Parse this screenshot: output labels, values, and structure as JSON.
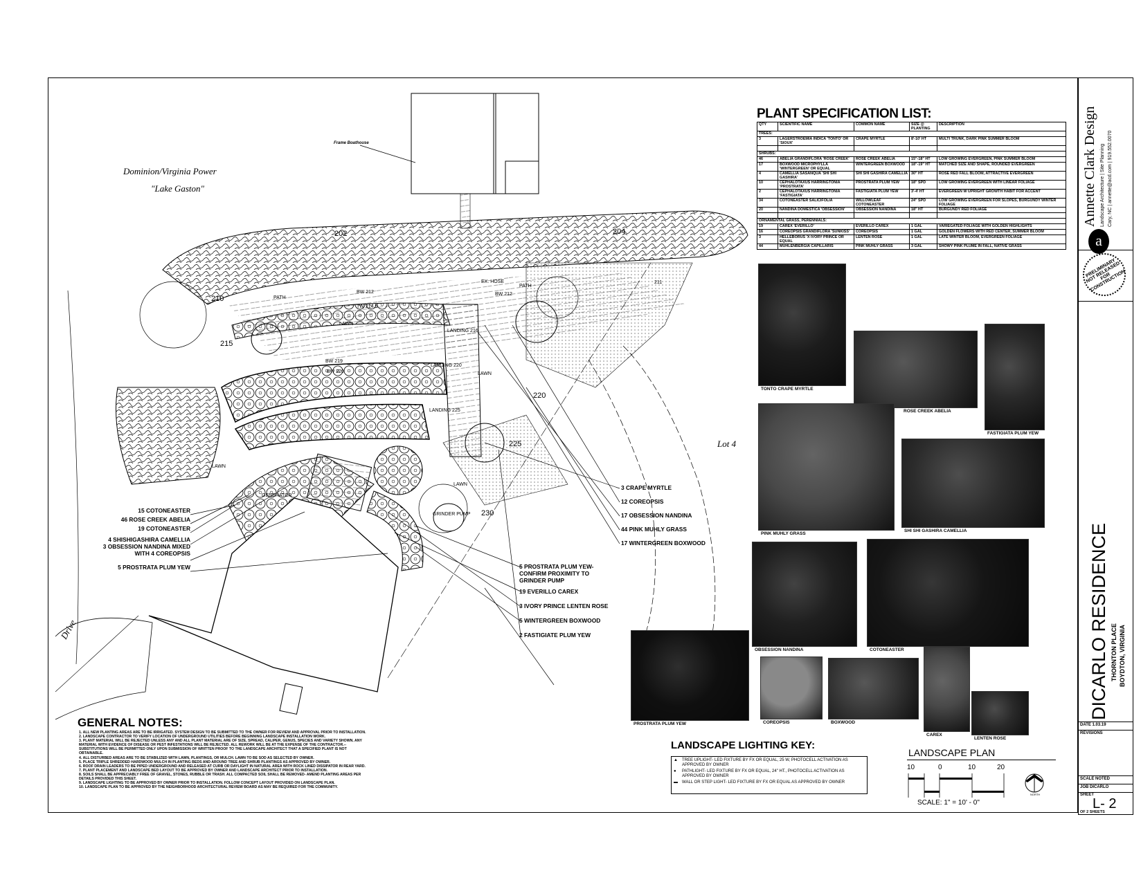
{
  "plan": {
    "owner_label": "Dominion/Virginia Power",
    "lake_label": "\"Lake Gaston\"",
    "boathouse": "Frame Boathouse",
    "lot": "Lot 4",
    "drive": "Drive",
    "contours": [
      "202",
      "204",
      "210",
      "211",
      "215",
      "220",
      "225",
      "230"
    ],
    "labels": {
      "path1": "PATH",
      "path2": "PATH",
      "lawn1": "LAWN",
      "lawn2": "LAWN",
      "lawn3": "LAWN",
      "lawn4": "LAWN",
      "bw212a": "BW 212",
      "tw": "TW 214.5",
      "bw212b": "BW 212",
      "hose": "EX. HOSE",
      "landing216": "LANDING 216",
      "bw219": "BW 219",
      "bw220": "BW 220",
      "landing220": "LANDING 220",
      "landing225": "LANDING 225",
      "generator": "GENERATOR",
      "grinder": "GRINDER PUMP"
    }
  },
  "callouts_left": [
    "15  COTONEASTER",
    "46 ROSE CREEK ABELIA",
    "19 COTONEASTER",
    "4 SHISHIGASHIRA CAMELLIA",
    "3 OBSESSION NANDINA MIXED",
    "WITH 4 COREOPSIS",
    "5 PROSTRATA PLUM YEW"
  ],
  "callouts_right_top": [
    "3 CRAPE MYRTLE",
    "12 COREOPSIS",
    "17 OBSESSION NANDINA",
    "44 PINK MUHLY GRASS",
    "17 WINTERGREEN BOXWOOD"
  ],
  "callouts_right_bottom": [
    "5 PROSTRATA PLUM YEW-",
    "CONFIRM PROXIMITY TO",
    "GRINDER PUMP",
    "19 EVERILLO CAREX",
    "3 IVORY PRINCE LENTEN ROSE",
    "5 WINTERGREEN BOXWOOD",
    "2 FASTIGIATE PLUM YEW"
  ],
  "spec": {
    "title": "PLANT SPECIFICATION LIST:",
    "headers": [
      "QTY",
      "SCIENTIFIC NAME",
      "COMMON NAME",
      "SIZE @ PLANTING",
      "DESCRIPTION"
    ],
    "sections": {
      "trees": "TREES:",
      "shrubs": "SHRUBS:",
      "grasses": "ORNAMENTAL GRASS, PERENNIALS:"
    },
    "trees": [
      [
        "3",
        "LAGERSTROEMIA INDICA 'TONTO' OR 'SIOUX'",
        "CRAPE MYRTLE",
        "8'-10' HT",
        "MULTI TRUNK, DARK PINK SUMMER BLOOM"
      ]
    ],
    "shrubs": [
      [
        "46",
        "ABELIA GRANDIFLORA 'ROSE CREEK'",
        "ROSE CREEK ABELIA",
        "15\"-18\" HT",
        "LOW GROWING EVERGREEN, PINK SUMMER BLOOM"
      ],
      [
        "17",
        "BOXWOOD MICROPHYLLA 'WINTERGREEN' OR EQUAL",
        "WINTERGREEN BOXWOOD",
        "18\"-19\" HT",
        "MATCHED SIZE AND SHAPE, ROUNDED EVERGREEN"
      ],
      [
        "4",
        "CAMELLIA SASANQUA 'SHI SHI GASHIRA'",
        "SHI SHI GASHIRA CAMELLIA",
        "30\" HT",
        "ROSE RED FALL BLOOM, ATTRACTIVE EVERGREEN"
      ],
      [
        "10",
        "CEPHALOTAXUS HARRINGTONIA 'PROSTRATA'",
        "PROSTRATA PLUM YEW",
        "18\" SPD",
        "LOW GROWING EVERGREEN WITH LINEAR FOLIAGE"
      ],
      [
        "2",
        "CEPHALOTAXUS HARRINGTONIA 'FASTIGIATA'",
        "FASTIGIATA PLUM YEW",
        "3'-4' HT",
        "EVERGREEN W UPRIGHT GROWTH HABIT FOR ACCENT"
      ],
      [
        "34",
        "COTONEASTER SALICIFOLIA",
        "WILLOWLEAF COTONEASTER",
        "24\" SPD",
        "LOW GROWING EVERGREEN FOR SLOPES, BURGUNDY WINTER FOLIAGE"
      ],
      [
        "20",
        "NANDINA DOMESTICA 'OBSESSION'",
        "OBSESSION NANDINA",
        "18\" HT",
        "BURGUNDY RED FOLIAGE"
      ]
    ],
    "grasses": [
      [
        "19",
        "CAREX 'EVERILLO'",
        "EVERILLO CAREX",
        "1 GAL",
        "VARIEGATED FOLIAGE WITH GOLDEN HIGHLIGHTS"
      ],
      [
        "16",
        "COREOPSIS GRANDIFLORA 'SUNKISS'",
        "COREOPSIS",
        "1 GAL",
        "GOLDEN FLOWERS WITH RED CENTER, SUMMER BLOOM"
      ],
      [
        "3",
        "HELLEBORUS 'X IVORY PRINCE OR EQUAL",
        "LENTEN ROSE",
        "1 GAL",
        "LATE WINTER BLOOM, EVERGREEN FOLIAGE"
      ],
      [
        "44",
        "MUHLENBERGIA CAPILLARIS",
        "PINK MUHLY GRASS",
        "3 GAL",
        "SHOWY PINK PLUME IN FALL, NATIVE GRASS"
      ]
    ]
  },
  "photos": [
    "TONTO CRAPE MYRTLE",
    "ROSE CREEK ABELIA",
    "FASTIGIATA PLUM YEW",
    "PINK MUHLY GRASS",
    "SHI SHI GASHIRA CAMELLIA",
    "OBSESSION NANDINA",
    "COTONEASTER",
    "PROSTRATA PLUM YEW",
    "COREOPSIS",
    "BOXWOOD",
    "CAREX",
    "LENTEN ROSE"
  ],
  "notes": {
    "title": "GENERAL NOTES:",
    "items": [
      "1. ALL NEW PLANTING AREAS ARE TO BE IRRIGATED. SYSTEM DESIGN TO BE SUBMITTED TO THE OWNER FOR REVIEW AND APPROVAL PRIOR TO INSTALLATION.",
      "2. LANDSCAPE CONTRACTOR TO VERIFY LOCATION OF UNDERGROUND UTILITIES BEFORE BEGINNING LANDSCAPE INSTALLATION WORK.",
      "3. PLANT MATERIAL WILL BE REJECTED UNLESS ANY AND ALL PLANT MATERIAL ARE OF SIZE, SPREAD, CALIPER, GENUS, SPECIES AND VARIETY SHOWN.  ANY MATERIAL WITH EVIDENCE OF DISEASE OR PEST INFESTATIONS WILL BE REJECTED. ALL REWORK WILL BE AT THE EXPENSE OF THE CONTRACTOR.--SUBSTITUTIONS WILL BE PERMITTED ONLY UPON SUBMISSION OF WRITTEN PROOF TO THE LANDSCAPE ARCHITECT THAT A SPECIFIED PLANT IS NOT OBTAINABLE.",
      "4. ALL DISTURBED AREAS ARE TO BE STABILIZED WITH LAWN, PLANTINGS, OR MULCH. LAWN TO BE SOD AS SELECTED BY OWNER.",
      "5. PLACE TRIPLE SHREDDED HARDWOOD MULCH IN PLANTING BEDS AND AROUND TREE AND SHRUB PLANTINGS AS APPROVED BY OWNER.",
      "6. ROOF DRAIN LEADERS TO BE PIPED UNDERGROUND AND RELEASED AT CURB OR DAYLIGHT IN NATURAL AREA WITH ROCK LINED DISSIPATOR IN REAR YARD.",
      "7. PLANT PLACEMENT AND LANDSCAPE BED LAYOUT TO BE APPROVED BY OWNER AND LANDSCAPE ARCHITECT PRIOR TO INSTALLATION.",
      "8. SOILS SHALL BE APPRECIABLY FREE OF GRAVEL, STONES, RUBBLE OR TRASH. ALL COMPACTED SOIL SHALL BE REMOVED- AMEND PLANTING AREAS PER DETAILS PROVIDED THIS SHEET.",
      "9. LANDSCAPE LIGHTING TO BE APPROVED BY OWNER PRIOR TO INSTALLATION. FOLLOW CONCEPT LAYOUT PROVIDED ON LANDSCAPE PLAN.",
      "10. LANDSCAPE PLAN TO BE APPROVED BY THE NEIGHBORHOOD ARCHITECTURAL REVIEW BOARD AS MAY BE REQUIRED FOR THE COMMUNITY."
    ]
  },
  "lighting": {
    "title": "LANDSCAPE LIGHTING KEY:",
    "items": [
      {
        "icon": "triangle",
        "text": "TREE UPLIGHT- LED FIXTURE BY FX OR EQUAL, 25 W, PHOTOCELL ACTIVATION AS APPROVED BY OWNER"
      },
      {
        "icon": "circle",
        "text": "PATHLIGHT- LED FIXTURE BY FX OR EQUAL, 24\" HT., PHOTOCELL ACTIVATION AS APPROVED BY OWNER"
      },
      {
        "icon": "rectangle",
        "text": "WALL OR STEP LIGHT- LED FIXTURE BY FX OR EQUAL AS APPROVED BY OWNER"
      }
    ]
  },
  "scale": {
    "title": "LANDSCAPE PLAN",
    "ticks": [
      "10",
      "0",
      "10",
      "20"
    ],
    "text": "SCALE:  1\" = 10' - 0\"",
    "north": "NORTH"
  },
  "titleblock": {
    "firm": "Annette Clark Design",
    "firm_line1": "Landscape Architecture  |  Site Planning",
    "firm_line2": "Cary, NC  |  annette@acd.com  |  919.552.0070",
    "seal": "PRELIMINARY NOT RELEASED FOR CONSTRUCTION",
    "project": "DICARLO RESIDENCE",
    "address1": "THORNTON PLACE",
    "address2": "BOYDTON, VIRGINIA",
    "date": "DATE 1.03.19",
    "revisions": "REVISIONS",
    "scale": "SCALE NOTED",
    "job": "JOB DICARLO",
    "sheet_label": "SHEET",
    "sheet": "L- 2",
    "of": "OF 2 SHEETS"
  }
}
